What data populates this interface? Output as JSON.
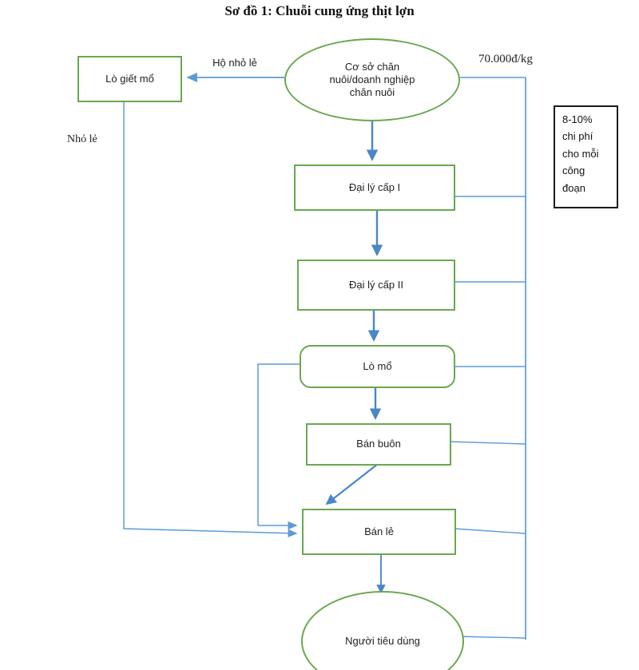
{
  "title": "Sơ đồ 1: Chuỗi cung ứng thịt lợn",
  "colors": {
    "node_border": "#6aa84f",
    "connector": "#5b9bd5",
    "arrow": "#4a86c8",
    "note_border": "#1a1a1a"
  },
  "nodes": {
    "producer": "Cơ sở chăn\nnuôi/doanh nghiệp\nchăn nuôi",
    "slaughterhouse_small": "Lò giết mổ",
    "agent_level_1": "Đại lý cấp I",
    "agent_level_2": "Đại lý cấp II",
    "slaughterhouse": "Lò mổ",
    "wholesaler": "Bán buôn",
    "retailer": "Bán lẻ",
    "consumer": "Người tiêu dùng"
  },
  "labels": {
    "small_household_channel": "Hộ nhỏ lẻ",
    "retail_channel": "Nhỏ lẻ",
    "price_per_kg": "70.000đ/kg",
    "cost_note": "8-10%\nchi phí\ncho mỗi\ncông\nđoạn"
  }
}
